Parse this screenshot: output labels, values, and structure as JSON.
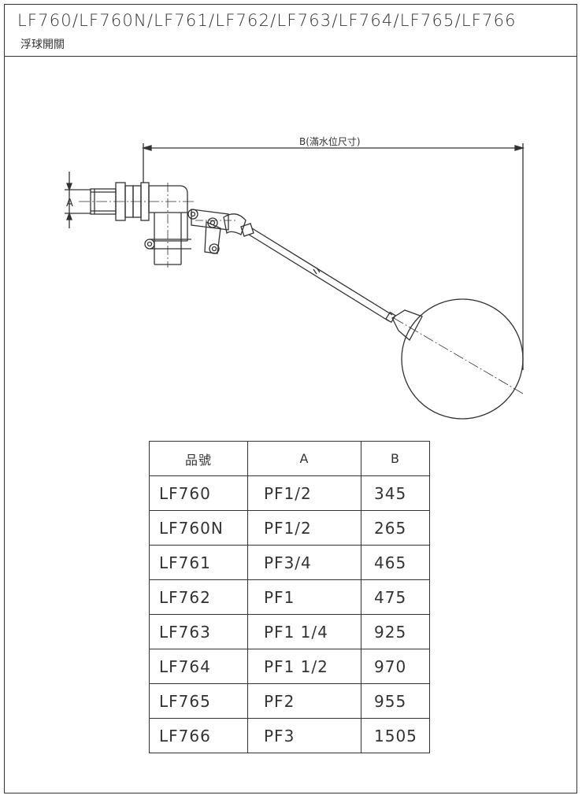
{
  "header": {
    "title": "LF760/LF760N/LF761/LF762/LF763/LF764/LF765/LF766",
    "subtitle": "浮球開關"
  },
  "drawing": {
    "dimension_b_label": "B(滿水位尺寸)",
    "dimension_a_label": "A"
  },
  "table": {
    "headers": [
      "品號",
      "A",
      "B"
    ],
    "rows": [
      [
        "LF760",
        "PF1/2",
        "345"
      ],
      [
        "LF760N",
        "PF1/2",
        "265"
      ],
      [
        "LF761",
        "PF3/4",
        "465"
      ],
      [
        "LF762",
        "PF1",
        "475"
      ],
      [
        "LF763",
        "PF1 1/4",
        "925"
      ],
      [
        "LF764",
        "PF1 1/2",
        "970"
      ],
      [
        "LF765",
        "PF2",
        "955"
      ],
      [
        "LF766",
        "PF3",
        "1505"
      ]
    ]
  }
}
